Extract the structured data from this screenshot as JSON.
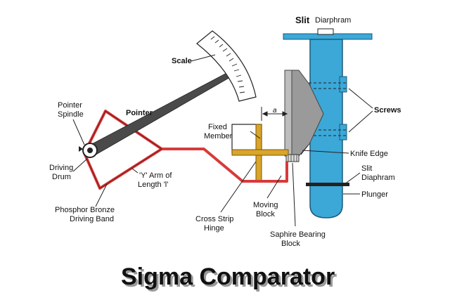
{
  "title": "Sigma Comparator",
  "labels": {
    "slit_diaphragm_top_bold": "Slit",
    "slit_diaphragm_top_rest": "Diarphram",
    "scale": "Scale",
    "pointer": "Pointer",
    "pointer_spindle_1": "Pointer",
    "pointer_spindle_2": "Spindle",
    "screws": "Screws",
    "gap": "a",
    "fixed_member_1": "Fixed",
    "fixed_member_2": "Member",
    "knife_edge": "Knife Edge",
    "driving_drum_1": "Driving",
    "driving_drum_2": "Drum",
    "y_arm_1": "'Y' Arm of",
    "y_arm_2": "Length 'l'",
    "slit_diaphragm_side_1": "Slit",
    "slit_diaphragm_side_2": "Diaphram",
    "plunger": "Plunger",
    "driving_band_1": "Phosphor Bronze",
    "driving_band_2": "Driving Band",
    "cross_strip_hinge_1": "Cross Strip",
    "cross_strip_hinge_2": "Hinge",
    "moving_block_1": "Moving",
    "moving_block_2": "Block",
    "bearing_block_1": "Saphire Bearing",
    "bearing_block_2": "Block"
  },
  "colors": {
    "plunger": "#3ba8d8",
    "plunger_outline": "#1c5a7a",
    "driving_band": "#d83a3a",
    "cross_strip_hinge": "#d9a52a",
    "moving_block": "#9a9a9a",
    "pointer": "#4a4a4a",
    "scale_face": "#ffffff"
  }
}
